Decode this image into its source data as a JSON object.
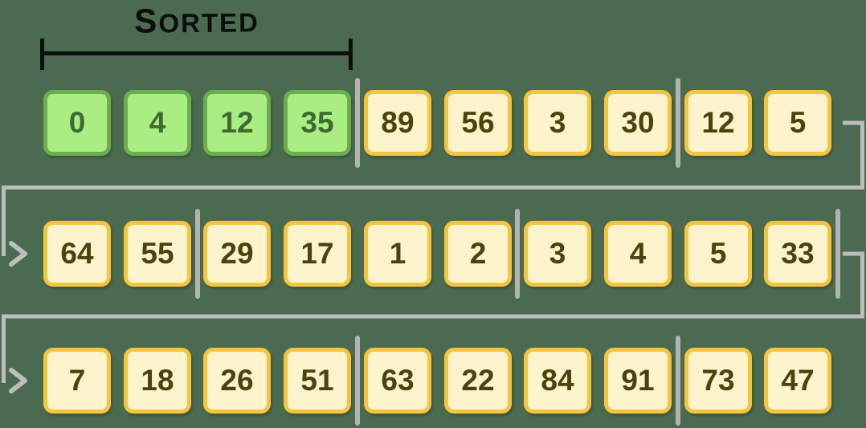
{
  "title": {
    "label": "Sorted"
  },
  "colors": {
    "background": "#4a6b4f",
    "sorted_fill": "#a9ee83",
    "sorted_border": "#6cae4e",
    "sorted_text": "#3f6a2e",
    "unsorted_fill": "#fdf3cc",
    "unsorted_border": "#f6c53f",
    "unsorted_text": "#4a430e",
    "connector": "#bdbdbd",
    "separator": "#b3b3b3",
    "bracket": "#0d0d0d"
  },
  "rows": [
    {
      "name": "row-1",
      "cells": [
        {
          "value": "0",
          "state": "sorted"
        },
        {
          "value": "4",
          "state": "sorted"
        },
        {
          "value": "12",
          "state": "sorted"
        },
        {
          "value": "35",
          "state": "sorted"
        },
        {
          "value": "89",
          "state": "unsorted"
        },
        {
          "value": "56",
          "state": "unsorted"
        },
        {
          "value": "3",
          "state": "unsorted"
        },
        {
          "value": "30",
          "state": "unsorted"
        },
        {
          "value": "12",
          "state": "unsorted"
        },
        {
          "value": "5",
          "state": "unsorted"
        }
      ],
      "separators_after": [
        3,
        7
      ],
      "entry_arrow": false,
      "exit_connector": true
    },
    {
      "name": "row-2",
      "cells": [
        {
          "value": "64",
          "state": "unsorted"
        },
        {
          "value": "55",
          "state": "unsorted"
        },
        {
          "value": "29",
          "state": "unsorted"
        },
        {
          "value": "17",
          "state": "unsorted"
        },
        {
          "value": "1",
          "state": "unsorted"
        },
        {
          "value": "2",
          "state": "unsorted"
        },
        {
          "value": "3",
          "state": "unsorted"
        },
        {
          "value": "4",
          "state": "unsorted"
        },
        {
          "value": "5",
          "state": "unsorted"
        },
        {
          "value": "33",
          "state": "unsorted"
        }
      ],
      "separators_after": [
        1,
        5,
        9
      ],
      "entry_arrow": true,
      "exit_connector": true
    },
    {
      "name": "row-3",
      "cells": [
        {
          "value": "7",
          "state": "unsorted"
        },
        {
          "value": "18",
          "state": "unsorted"
        },
        {
          "value": "26",
          "state": "unsorted"
        },
        {
          "value": "51",
          "state": "unsorted"
        },
        {
          "value": "63",
          "state": "unsorted"
        },
        {
          "value": "22",
          "state": "unsorted"
        },
        {
          "value": "84",
          "state": "unsorted"
        },
        {
          "value": "91",
          "state": "unsorted"
        },
        {
          "value": "73",
          "state": "unsorted"
        },
        {
          "value": "47",
          "state": "unsorted"
        }
      ],
      "separators_after": [
        3,
        7
      ],
      "entry_arrow": true,
      "exit_connector": false
    }
  ]
}
